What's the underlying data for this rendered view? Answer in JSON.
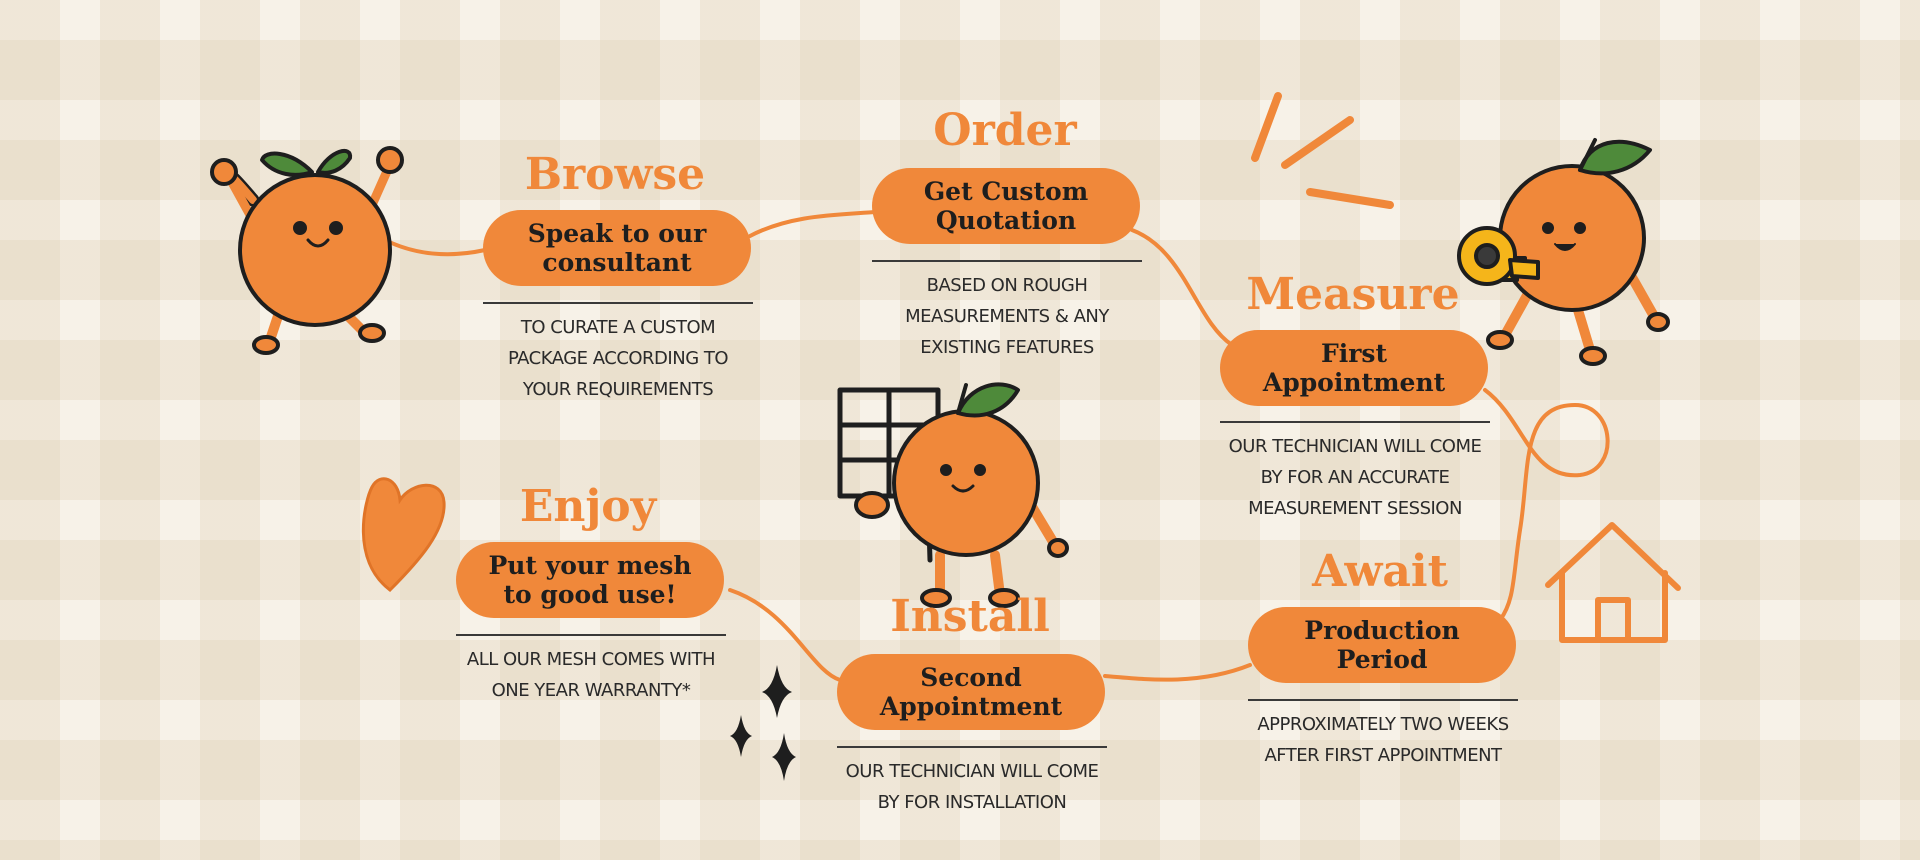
{
  "colors": {
    "accent": "#f0883a",
    "ink": "#1e1e1e",
    "leaf": "#4e8a3a",
    "background": "#f7f2e8"
  },
  "steps": [
    {
      "key": "browse",
      "title": "Browse",
      "pill": "Speak to our\nconsultant",
      "desc": "TO  CURATE  A CUSTOM\nPACKAGE ACCORDING TO\nYOUR REQUIREMENTS"
    },
    {
      "key": "order",
      "title": "Order",
      "pill": "Get Custom\nQuotation",
      "desc": "BASED ON ROUGH\nMEASUREMENTS & ANY\nEXISTING FEATURES"
    },
    {
      "key": "measure",
      "title": "Measure",
      "pill": "First\nAppointment",
      "desc": "OUR TECHNICIAN WILL COME\nBY FOR AN ACCURATE\nMEASUREMENT SESSION"
    },
    {
      "key": "await",
      "title": "Await",
      "pill": "Production\nPeriod",
      "desc": "APPROXIMATELY TWO WEEKS\nAFTER FIRST APPOINTMENT"
    },
    {
      "key": "install",
      "title": "Install",
      "pill": "Second\nAppointment",
      "desc": "OUR TECHNICIAN WILL COME\nBY FOR INSTALLATION"
    },
    {
      "key": "enjoy",
      "title": "Enjoy",
      "pill": "Put your mesh\nto good use!",
      "desc": "ALL OUR MESH COMES WITH\nONE YEAR  WARRANTY*"
    }
  ],
  "decorations": {
    "characters": [
      "waving-orange-mascot",
      "orange-with-tape-measure-mascot",
      "orange-with-window-mesh-mascot"
    ],
    "icons": [
      "heart-icon",
      "house-icon",
      "sparkle-icon",
      "burst-lines-icon"
    ]
  }
}
